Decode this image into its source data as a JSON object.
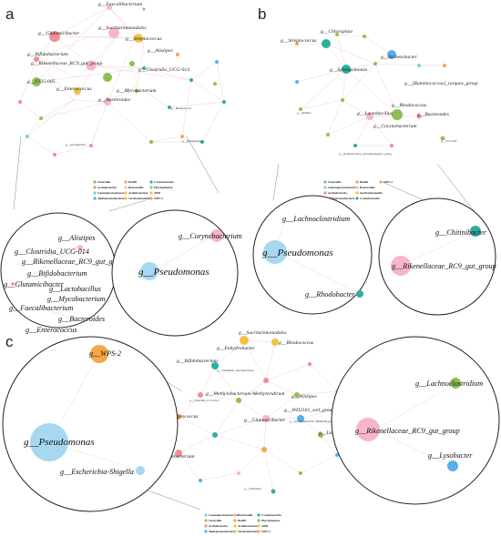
{
  "colors": {
    "Clostridia": "#8cc152",
    "Actinobacteria": "#f28c96",
    "Gammaproteobacteria": "#7fd1d6",
    "Alphaproteobacteria": "#5aaee8",
    "Bacilli": "#f6a64a",
    "Bacteroidia": "#f7b6c8",
    "Acidobacteriae": "#f4c242",
    "Saccharimonadia": "#f4c242",
    "Cyanobacteriia": "#2bb0a0",
    "Phycisphaerae": "#9bbf5a",
    "ABD": "#e6c06c",
    "WPS2": "#f2a65a"
  },
  "panels": [
    {
      "id": "a",
      "label": "a",
      "network_labels": [
        "g__Faecalibacterium",
        "g__Alistipes",
        "g__Glutamicibacter",
        "g__Saccharimonadales",
        "g__Streptococcus",
        "g__Bifidobacterium",
        "g__Rikenellaceae_RC9_gut_group",
        "g__UCG-005",
        "g__Enterococcus",
        "g__Bacteroides",
        "g__Clostridia_UCG-014",
        "g__Mycobacterium",
        "g__Lactobacillus",
        "g__Rhodococcus",
        "g__Pseudomonas"
      ],
      "legend": [
        "Clostridia",
        "Bacilli",
        "Cyanobacteriia",
        "Actinobacteria",
        "Bacteroidia",
        "Phycisphaerae",
        "Gammaproteobacteria",
        "Acidobacteriae",
        "ABD",
        "Alphaproteobacteria",
        "Saccharimonadia",
        "WPS-2"
      ],
      "zoom_left": [
        "g__Alistipes",
        "g__Clostridia_UCG-014",
        "g__Rikenellaceae_RC9_gut_group",
        "g__Bifidobacterium",
        "g__Glutamicibacter",
        "g__Lactobacillus",
        "g__Mycobacterium",
        "g__Faecalibacterium",
        "g__Bacteroides",
        "g__Enterococcus"
      ],
      "zoom_right": [
        "g__Corynebacterium",
        "g__Pseudomonas"
      ]
    },
    {
      "id": "b",
      "label": "b",
      "network_labels": [
        "g__Streptococcus",
        "g__Chloroplast",
        "g__Sphingomonas",
        "g__Acinetobacter",
        "g__[Ruminococcus]_torques_group",
        "g__Lactobacillus",
        "g__Rhodococcus",
        "g__Corynebacterium",
        "g__[Eubacterium]_coprostanoligenes_group",
        "g__Bacteroides",
        "g__UCG-005",
        "g__Alistipes"
      ],
      "legend": [
        "Clostridia",
        "Bacilli",
        "WPS-2",
        "Gammaproteobacteria",
        "Bacteroidia",
        "Actinobacteria",
        "Saccharimonadia",
        "Alphaproteobacteria",
        "Cyanobacteriia"
      ],
      "zoom_left": [
        "g__Lachnoclostridium",
        "g__Pseudomonas",
        "g__Rhodobacter"
      ],
      "zoom_right": [
        "g__Chitinibacter",
        "g__Rikenellaceae_RC9_gut_group"
      ]
    },
    {
      "id": "c",
      "label": "c",
      "network_labels": [
        "g__Saccharimonadales",
        "g__Enhydrobacter",
        "g__Rhodococcus",
        "g__Bifidobacterium",
        "g__Candidatus_Saccharimonas",
        "g__Methylobacterium-Methylorubrum",
        "g__Clostridia_UCG-014",
        "g__Streptococcus",
        "g__Corynebacterium",
        "g__Glutamicibacter",
        "g__WD2101_soil_group",
        "g__Alistipes",
        "g__Lactobacillus",
        "g__Lachnospiraceae_NK4A136_group",
        "g__Collinsella"
      ],
      "legend": [
        "Gammaproteobacteria",
        "Bacteroidia",
        "Cyanobacteriia",
        "Clostridia",
        "Bacilli",
        "Phycisphaerae",
        "Actinobacteria",
        "Acidobacteriae",
        "ABD",
        "Alphaproteobacteria",
        "Saccharimonadia",
        "WPS-2"
      ],
      "zoom_left": [
        "g__WPS-2",
        "g__Pseudomonas",
        "g__Escherichia-Shigella"
      ],
      "zoom_right": [
        "g__Lachnoclostridium",
        "g__Rikenellaceae_RC9_gut_group",
        "g__Lysobacter"
      ]
    }
  ]
}
